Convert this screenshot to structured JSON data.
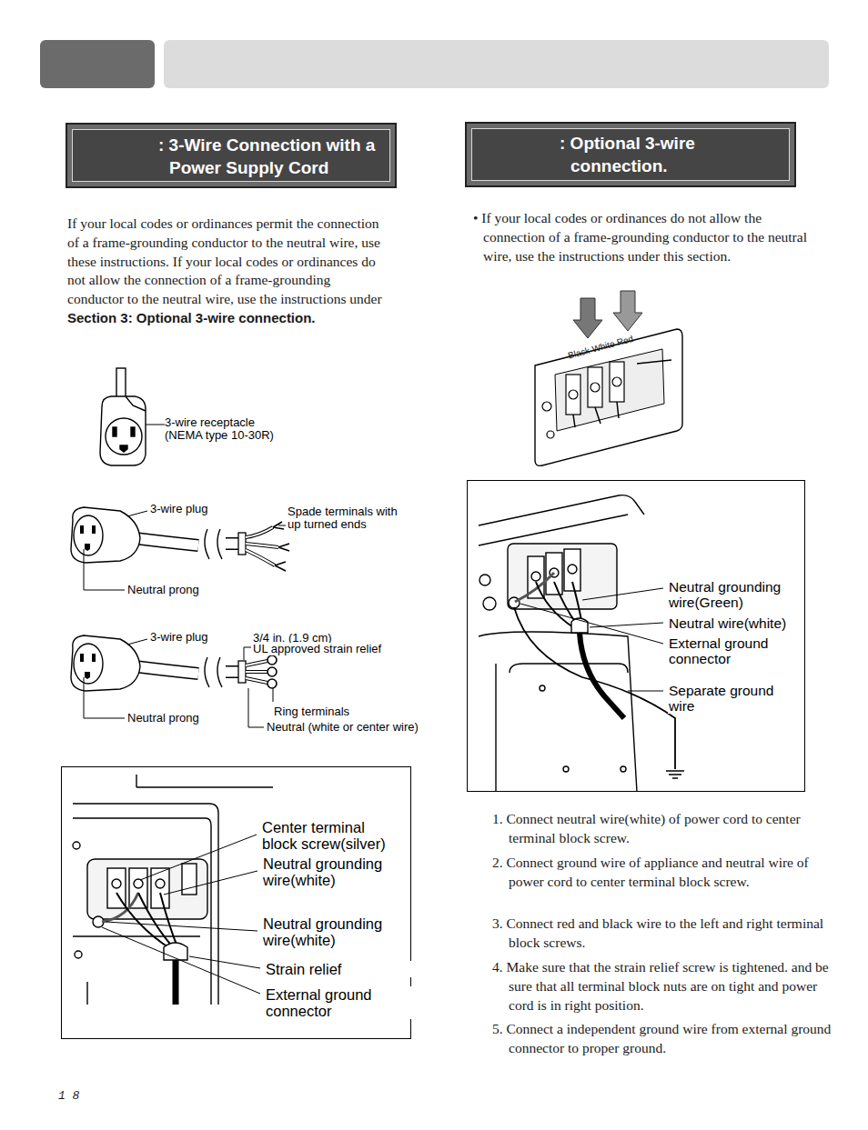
{
  "diagram": {
    "nodes": [
      {
        "text": [
          ": 3-Wire Connection with a Power Supply Cord"
        ]
      },
      {
        "text": [
          "Center terminal block screw(silver)",
          "Neutral grounding wire(white)",
          "Neutral grounding wire(white)",
          "Strain relief",
          "External ground connector"
        ]
      },
      {
        "text": [
          ": Optional 3-wire connection."
        ]
      },
      {
        "text": [
          "Neutral grounding wire(Green)",
          "Neutral wire(white)",
          "External ground connector",
          "Separate ground wire"
        ]
      }
    ],
    "labels": [
      "If your local codes or ordinances permit the connection of a frame-grounding conductor to the neutral wire, use these instructions. If your local codes or ordinances do not allow the connection of a frame-grounding conductor to the neutral wire, use the instructions under",
      "Section 3: Optional 3-wire connection.",
      "3-wire receptacle (NEMA type 10-30R)",
      "3-wire plug",
      "Spade terminals with up turned ends",
      "Neutral prong",
      "3-wire plug",
      "3/4 in. (1.9 cm)",
      "UL approved strain relief",
      "Ring terminals",
      "Neutral (white or center wire)",
      "Neutral prong",
      "• If your local codes or ordinances do not allow the connection of a frame-grounding conductor to the neutral wire, use the instructions under this section.",
      "Black White Red",
      "1. Connect neutral wire(white) of power cord to center terminal block screw.",
      "2. Connect ground wire of appliance and neutral wire of power cord to center terminal block screw.",
      "3. Connect red and black wire to the left and right terminal block screws.",
      "4. Make sure that the strain relief screw is tightened. and be sure that all terminal block nuts are on tight and power cord is in right position.",
      "5. Connect a independent ground wire from external ground connector to proper ground.",
      "1 8"
    ]
  }
}
